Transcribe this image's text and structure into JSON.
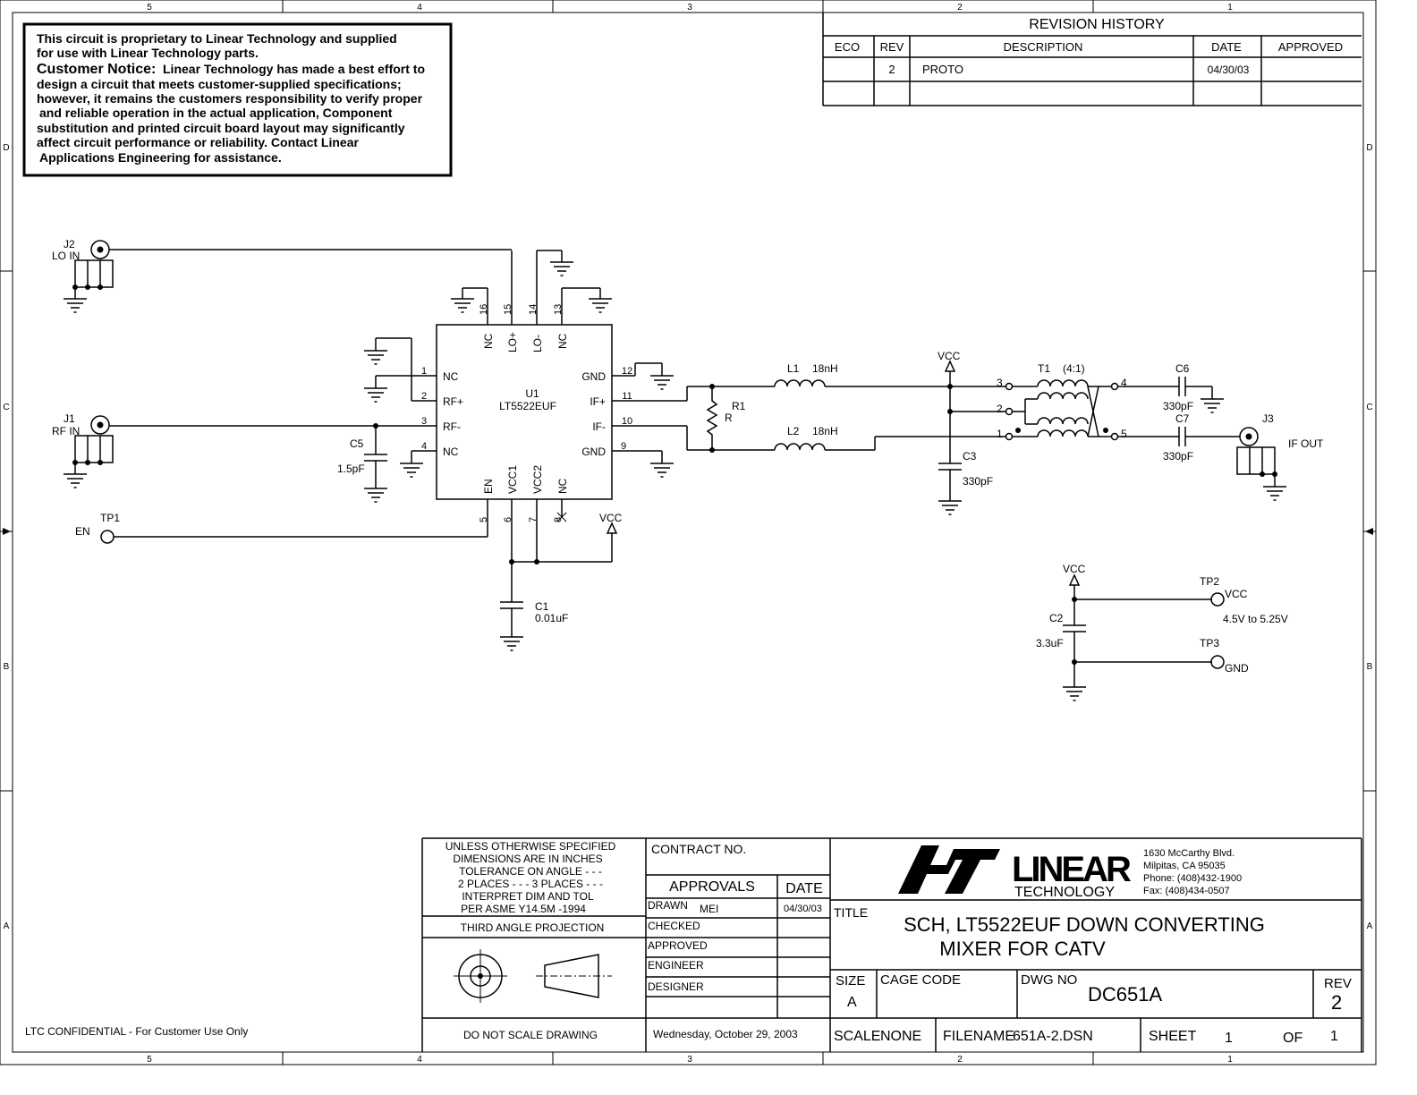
{
  "border": {
    "cols": [
      "5",
      "4",
      "3",
      "2",
      "1"
    ],
    "rows": [
      "D",
      "C",
      "B",
      "A"
    ]
  },
  "notice": {
    "line1": "This circuit is proprietary to Linear Technology and supplied",
    "line2": "for use with Linear Technology parts.",
    "heading": "Customer Notice:",
    "line3": "Linear Technology has made a best effort to",
    "line4": "design a circuit that meets customer-supplied specifications;",
    "line5": "however, it remains the customers responsibility to verify proper",
    "line6": "and reliable operation in the actual application, Component",
    "line7": "substitution and printed circuit board layout may significantly",
    "line8": "affect circuit performance or reliability. Contact Linear",
    "line9": "Applications Engineering for assistance."
  },
  "revision": {
    "title": "REVISION HISTORY",
    "headers": [
      "ECO",
      "REV",
      "DESCRIPTION",
      "DATE",
      "APPROVED"
    ],
    "row": {
      "eco": "",
      "rev": "2",
      "description": "PROTO",
      "date": "04/30/03",
      "approved": ""
    }
  },
  "schematic": {
    "j2": {
      "ref": "J2",
      "label": "LO IN"
    },
    "j1": {
      "ref": "J1",
      "label": "RF IN"
    },
    "j3": {
      "ref": "J3",
      "label": "IF OUT"
    },
    "tp1": {
      "ref": "TP1",
      "label": "EN"
    },
    "tp2": {
      "ref": "TP2",
      "label": "VCC"
    },
    "tp3": {
      "ref": "TP3",
      "label": "GND"
    },
    "supply_note": "4.5V to 5.25V",
    "u1": {
      "ref": "U1",
      "part": "LT5522EUF"
    },
    "pins_left": [
      {
        "num": "1",
        "name": "NC"
      },
      {
        "num": "2",
        "name": "RF+"
      },
      {
        "num": "3",
        "name": "RF-"
      },
      {
        "num": "4",
        "name": "NC"
      }
    ],
    "pins_right": [
      {
        "num": "12",
        "name": "GND"
      },
      {
        "num": "11",
        "name": "IF+"
      },
      {
        "num": "10",
        "name": "IF-"
      },
      {
        "num": "9",
        "name": "GND"
      }
    ],
    "pins_top": [
      {
        "num": "16",
        "name": "NC"
      },
      {
        "num": "15",
        "name": "LO+"
      },
      {
        "num": "14",
        "name": "LO-"
      },
      {
        "num": "13",
        "name": "NC"
      }
    ],
    "pins_bottom": [
      {
        "num": "5",
        "name": "EN"
      },
      {
        "num": "6",
        "name": "VCC1"
      },
      {
        "num": "7",
        "name": "VCC2"
      },
      {
        "num": "8",
        "name": "NC"
      }
    ],
    "c5": {
      "ref": "C5",
      "value": "1.5pF"
    },
    "c1": {
      "ref": "C1",
      "value": "0.01uF"
    },
    "c2": {
      "ref": "C2",
      "value": "3.3uF"
    },
    "c3": {
      "ref": "C3",
      "value": "330pF"
    },
    "c6": {
      "ref": "C6",
      "value": "330pF"
    },
    "c7": {
      "ref": "C7",
      "value": "330pF"
    },
    "r1": {
      "ref": "R1",
      "value": "R"
    },
    "l1": {
      "ref": "L1",
      "value": "18nH"
    },
    "l2": {
      "ref": "L2",
      "value": "18nH"
    },
    "t1": {
      "ref": "T1",
      "ratio": "(4:1)"
    },
    "t1_pins": [
      "3",
      "2",
      "1",
      "4",
      "5"
    ],
    "vcc": "VCC"
  },
  "titleblock": {
    "spec1": "UNLESS OTHERWISE SPECIFIED",
    "spec2": "DIMENSIONS ARE IN INCHES",
    "spec3": "TOLERANCE ON ANGLE - - -",
    "spec4": "2 PLACES - - -    3 PLACES - - -",
    "spec5": "INTERPRET DIM AND TOL",
    "spec6": "PER ASME Y14.5M -1994",
    "projection": "THIRD ANGLE PROJECTION",
    "no_scale": "DO NOT SCALE DRAWING",
    "contract": "CONTRACT NO.",
    "approvals": "APPROVALS",
    "date_hdr": "DATE",
    "drawn": "DRAWN",
    "drawn_by": "MEI",
    "drawn_date": "04/30/03",
    "checked": "CHECKED",
    "approved": "APPROVED",
    "engineer": "ENGINEER",
    "designer": "DESIGNER",
    "print_date": "Wednesday, October 29, 2003",
    "company": "TECHNOLOGY",
    "addr1": "1630 McCarthy Blvd.",
    "addr2": "Milpitas, CA 95035",
    "addr3": "Phone: (408)432-1900",
    "addr4": "Fax: (408)434-0507",
    "title_lbl": "TITLE",
    "title1": "SCH, LT5522EUF DOWN CONVERTING",
    "title2": "MIXER FOR CATV",
    "size_lbl": "SIZE",
    "size": "A",
    "cage_lbl": "CAGE CODE",
    "dwg_lbl": "DWG NO",
    "dwg": "DC651A",
    "rev_lbl": "REV",
    "rev": "2",
    "scale_lbl": "SCALE",
    "scale": "NONE",
    "file_lbl": "FILENAME",
    "file": "651A-2.DSN",
    "sheet_lbl": "SHEET",
    "sheet": "1",
    "of_lbl": "OF",
    "of": "1",
    "confidential": "LTC CONFIDENTIAL - For Customer Use Only"
  }
}
